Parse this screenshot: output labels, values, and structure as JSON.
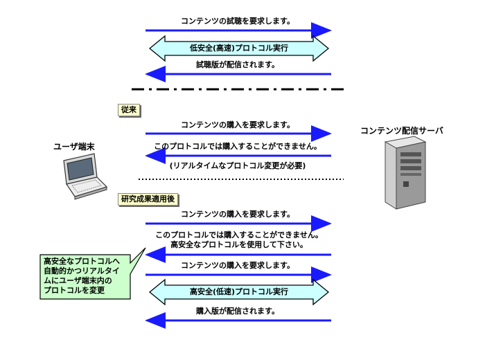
{
  "messages": {
    "trial_request": "コンテンツの試聴を要求します。",
    "low_security_protocol": "低安全(高速)プロトコル実行",
    "trial_delivered": "試聴版が配信されます。",
    "conv_purchase_request": "コンテンツの購入を要求します。",
    "conv_cannot_purchase": "このプロトコルでは購入することができません。",
    "conv_note": "(リアルタイムなプロトコル変更が必要)",
    "new_purchase_request": "コンテンツの購入を要求します。",
    "new_cannot_purchase": "このプロトコルでは購入することができません。\n高安全なプロトコルを使用して下さい。",
    "new_purchase_request_2": "コンテンツの購入を要求します。",
    "high_security_protocol": "高安全(低速)プロトコル実行",
    "purchase_delivered": "購入版が配信されます。"
  },
  "sections": {
    "conventional": "従来",
    "after_research": "研究成果適用後"
  },
  "actors": {
    "user": "ユーザ端末",
    "server": "コンテンツ配信サーバ"
  },
  "callout": "高安全なプロトコルへ\n自動的かつリアルタイ\nムにユーザ端末内の\nプロトコルを変更",
  "colors": {
    "arrow_blue": "#1a1aff",
    "protocol_fill": "#ccffff",
    "tag_fill": "#ffffcc",
    "callout_fill": "#ccffcc"
  }
}
